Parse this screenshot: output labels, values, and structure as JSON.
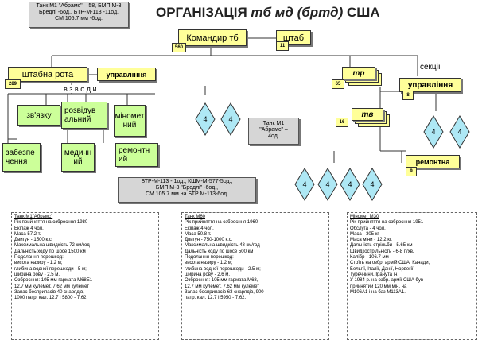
{
  "title": "ОРГАНІЗАЦІЯ тб мд (бртд) США",
  "title_plain": "ОРГАНІЗАЦІЯ ",
  "title_italic": "тб мд (бртд)",
  "title_end": " США",
  "top_note": [
    "Танк М1 \"Абрамс\" – 58, БМП М-3",
    "Бредлі -6од., БТР-М-113 -11од,",
    "СМ 105.7 мм -6од."
  ],
  "commander": {
    "label": "Командир тб",
    "count": "560"
  },
  "staff": {
    "label": "штаб",
    "count": "11"
  },
  "hq_company": {
    "label": "штабна рота",
    "count": "289"
  },
  "management_left": {
    "label": "управління"
  },
  "platoons_label": "в з в о д и",
  "platoons": [
    "зв'язку",
    "розвідув альний",
    "міномет ний",
    "забезпе чення",
    "медичн ий",
    "ремонтн ий"
  ],
  "hq_note": [
    "БТР-М-113 - 1од., КШМ-М-577-5од.,",
    "БМП М-3 \"Бредлі\" -6од.,",
    "СМ 105.7 мм на БТР М-113-6од."
  ],
  "diamonds_left": [
    "4",
    "4"
  ],
  "tank_company": {
    "label": "тр",
    "count": "65"
  },
  "mech_company": {
    "label": "тв",
    "count": "16"
  },
  "sections_label": "секції",
  "management_right": {
    "label": "управління",
    "count": "8"
  },
  "repair": {
    "label": "ремонтна",
    "count": "9"
  },
  "diamonds_right": [
    "4",
    "4"
  ],
  "diamonds_bottom": [
    "4",
    "4",
    "4",
    "4"
  ],
  "tank_note": [
    "Танк М1",
    "\"Абрамс\" –",
    "4од."
  ],
  "specs": [
    {
      "lines": [
        "Танк М1\"Абрамс\"",
        "Рік прийняття на озброєння 1980",
        "Екіпаж 4 чол.",
        "Маса 57.2 т.",
        "Двигун - 1500 к.с.",
        "Максимальна швидкість 72 км/год",
        "Дальність ходу по шосе 1500 км",
        "Подолання перешкод:",
        "  висота назиру - 1.2 м;",
        "  глибина водної перешкоди - 5 м;",
        "  ширина рову - 2.5 м.",
        "Озброєння: 105 мм гармата М68Е1",
        "12.7 мм кулемет, 7.62 мм кулемет",
        "Запас боєприпасів 40 снарядів,",
        "1000 патр. кал. 12.7 і 5800 - 7.62."
      ]
    },
    {
      "lines": [
        "Танк М60",
        "Рік прийняття на озброєння 1960",
        "Екіпаж 4 чол.",
        "Маса 50.8 т.",
        "Двигун - 750-1000 к.с.",
        "Максимальна швидкість 48 км/год",
        "Дальність ходу по шосе 500 км",
        "Подолання перешкод:",
        "  висота назиру - 1.2 м;",
        "  глибина водної перешкоди - 2.5 м;",
        "  ширина рову - 2.6 м.",
        "Озброєння: 105 мм гармата М68,",
        "12.7 мм кулемет, 7.62 мм кулемет",
        "Запас боєприпасів 63 снарядів, 900",
        "патр. кал. 12.7 і 5950 - 7.62."
      ]
    },
    {
      "lines": [
        "Міномет М30",
        "Рік прийняття на озброєння 1951",
        "Обслуга - 4 чол.",
        "Маса - 305 кг.",
        "Маса міни - 12.2 кг.",
        "Дальність стрільби - 5.65 км",
        "Швидкострільність - 6-8 п/хв.",
        "Калібр - 106.7 мм",
        "Стоїть на озбр. армій США, Канади,",
        "Бельгії, Італії, Данії, Норвегії,",
        "Туреччини, Іранута ін.",
        "У 1984 р. на озбр. армії США був",
        "прийнятий 120 мм мін. на",
        "М106А1 і на баз М113А1."
      ]
    }
  ],
  "colors": {
    "green": "#ccff99",
    "yellow": "#ffff99",
    "diamond": "#aee8f5",
    "grey": "#d6d6d6"
  }
}
